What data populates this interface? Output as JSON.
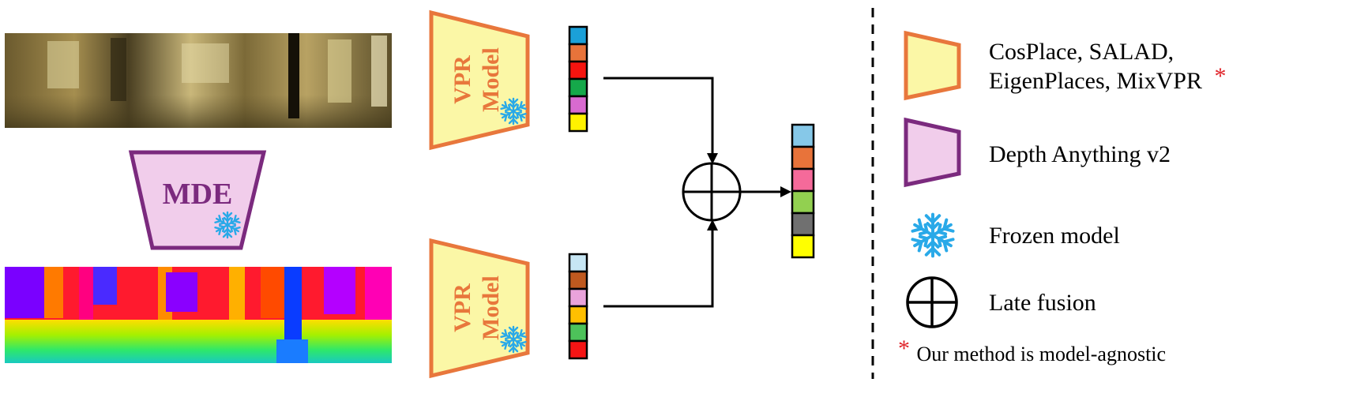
{
  "diagram": {
    "mde_label": "MDE",
    "vpr_label_line1": "VPR",
    "vpr_label_line2": "Model",
    "fusion_symbol": "late-fusion-circle",
    "snowflake_icon": "snowflake-icon",
    "colors": {
      "vpr_fill": "#fbf7a6",
      "vpr_stroke": "#e8773c",
      "mde_fill": "#f1cdeb",
      "mde_stroke": "#7b2a7e",
      "snowflake": "#29a9e8"
    },
    "rgb_descriptor": [
      "#1ba0d8",
      "#e8733a",
      "#f5140f",
      "#15a84a",
      "#d86ad0",
      "#fff200"
    ],
    "depth_descriptor": [
      "#c7e6f4",
      "#c0591f",
      "#e9a3db",
      "#ffbf00",
      "#4dc25a",
      "#f51414"
    ],
    "fused_descriptor": [
      "#86c8e8",
      "#e8733a",
      "#f56a9a",
      "#92d050",
      "#707070",
      "#ffff00"
    ]
  },
  "legend": {
    "vpr_models_line1": "CosPlace, SALAD,",
    "vpr_models_line2": "EigenPlaces, MixVPR",
    "vpr_models_star": "*",
    "depth_model": "Depth Anything v2",
    "frozen": "Frozen model",
    "fusion": "Late fusion",
    "note_star": "*",
    "note": "Our method is model-agnostic"
  }
}
